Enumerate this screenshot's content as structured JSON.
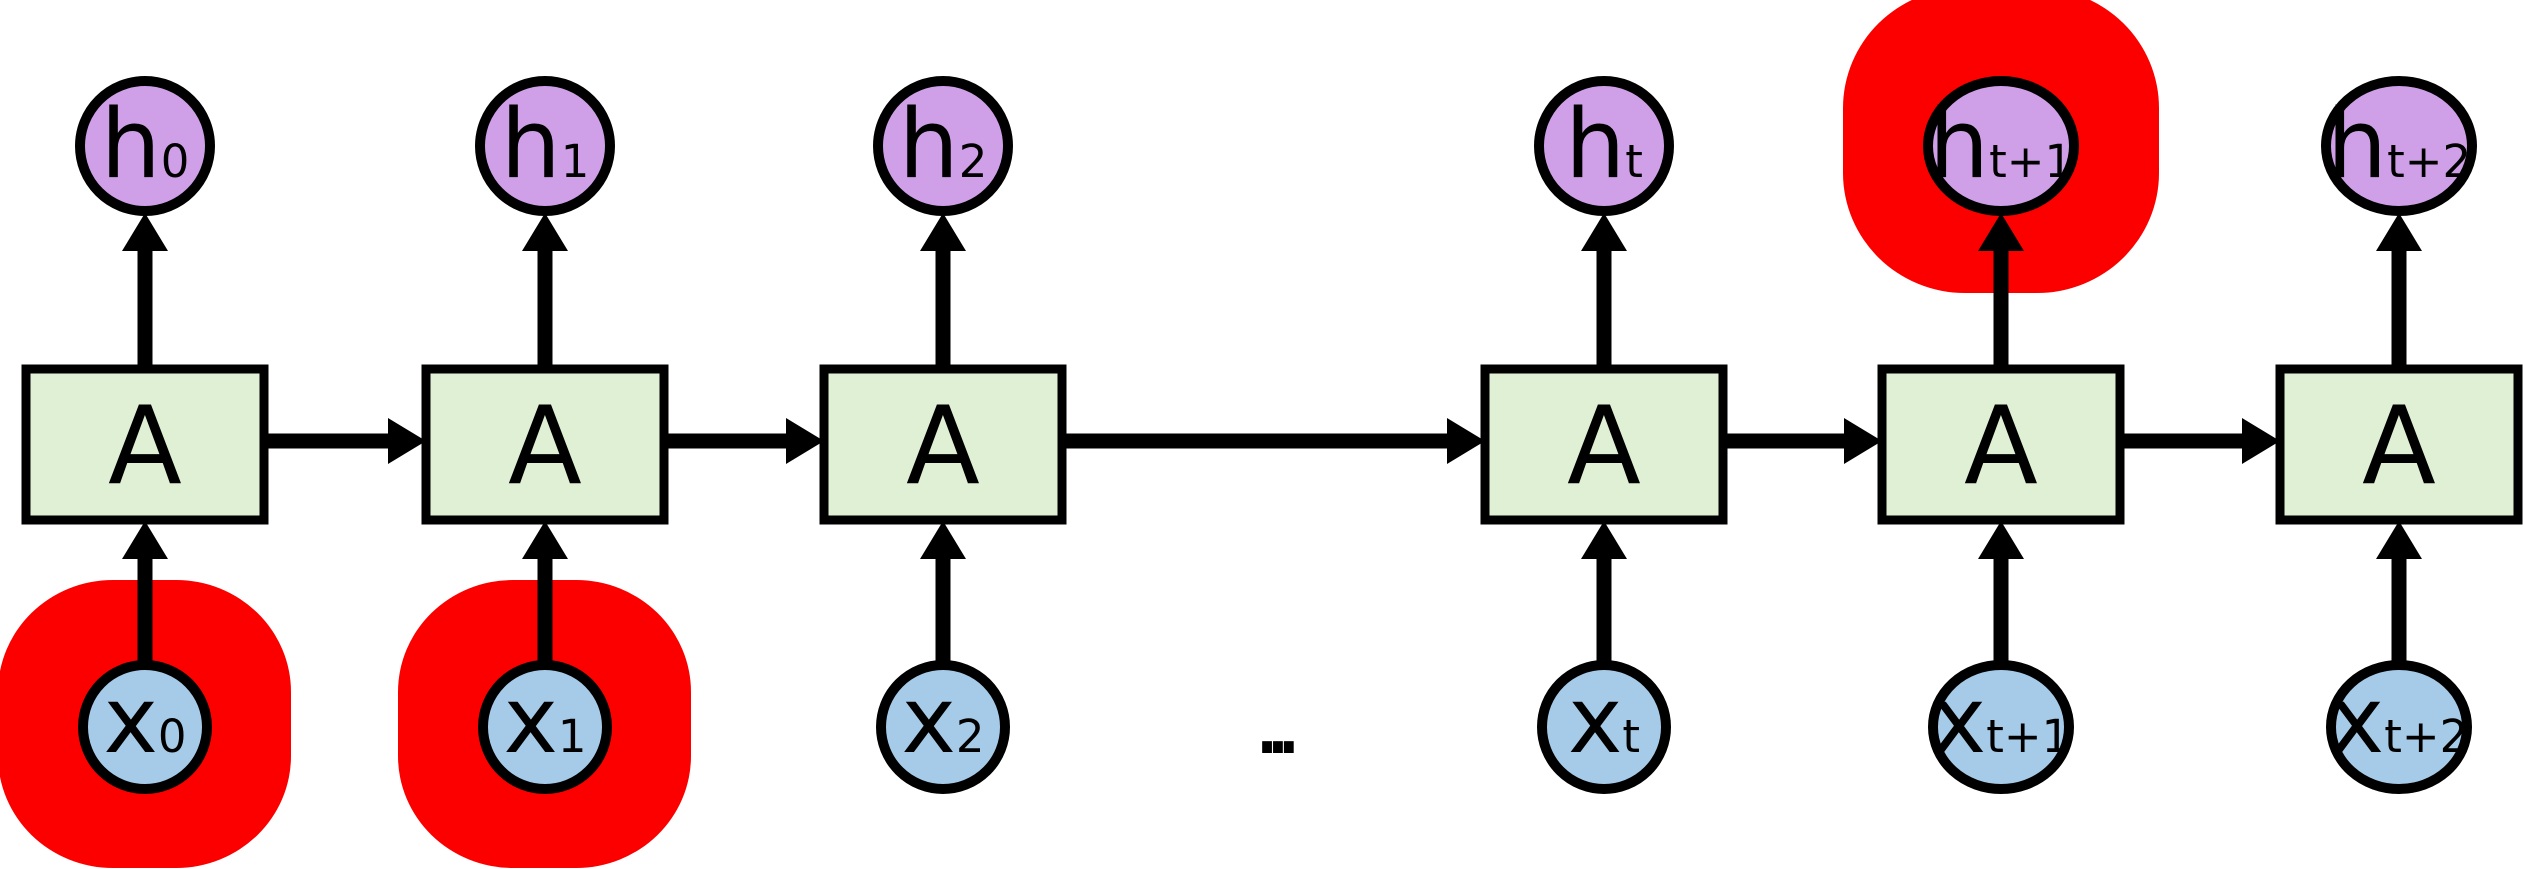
{
  "figure": {
    "kind": "unrolled-rnn-sequence-diagram",
    "background": "#ffffff",
    "ellipsis": "...",
    "colors": {
      "cell_fill": "#dff0d4",
      "hidden_fill": "#cfa0e8",
      "input_fill": "#a6cbe8",
      "outline": "#000000",
      "arrow": "#000000",
      "highlight": "#fc0000"
    },
    "columns": [
      {
        "cell_label": "A",
        "hidden": {
          "base": "h",
          "sub": "0"
        },
        "input": {
          "base": "x",
          "sub": "0"
        },
        "highlighted": "input"
      },
      {
        "cell_label": "A",
        "hidden": {
          "base": "h",
          "sub": "1"
        },
        "input": {
          "base": "x",
          "sub": "1"
        },
        "highlighted": "input"
      },
      {
        "cell_label": "A",
        "hidden": {
          "base": "h",
          "sub": "2"
        },
        "input": {
          "base": "x",
          "sub": "2"
        },
        "highlighted": "none"
      },
      {
        "cell_label": "A",
        "hidden": {
          "base": "h",
          "sub": "t"
        },
        "input": {
          "base": "x",
          "sub": "t"
        },
        "highlighted": "none"
      },
      {
        "cell_label": "A",
        "hidden": {
          "base": "h",
          "sub": "t+1"
        },
        "input": {
          "base": "x",
          "sub": "t+1"
        },
        "highlighted": "hidden"
      },
      {
        "cell_label": "A",
        "hidden": {
          "base": "h",
          "sub": "t+2"
        },
        "input": {
          "base": "x",
          "sub": "t+2"
        },
        "highlighted": "none"
      }
    ]
  }
}
